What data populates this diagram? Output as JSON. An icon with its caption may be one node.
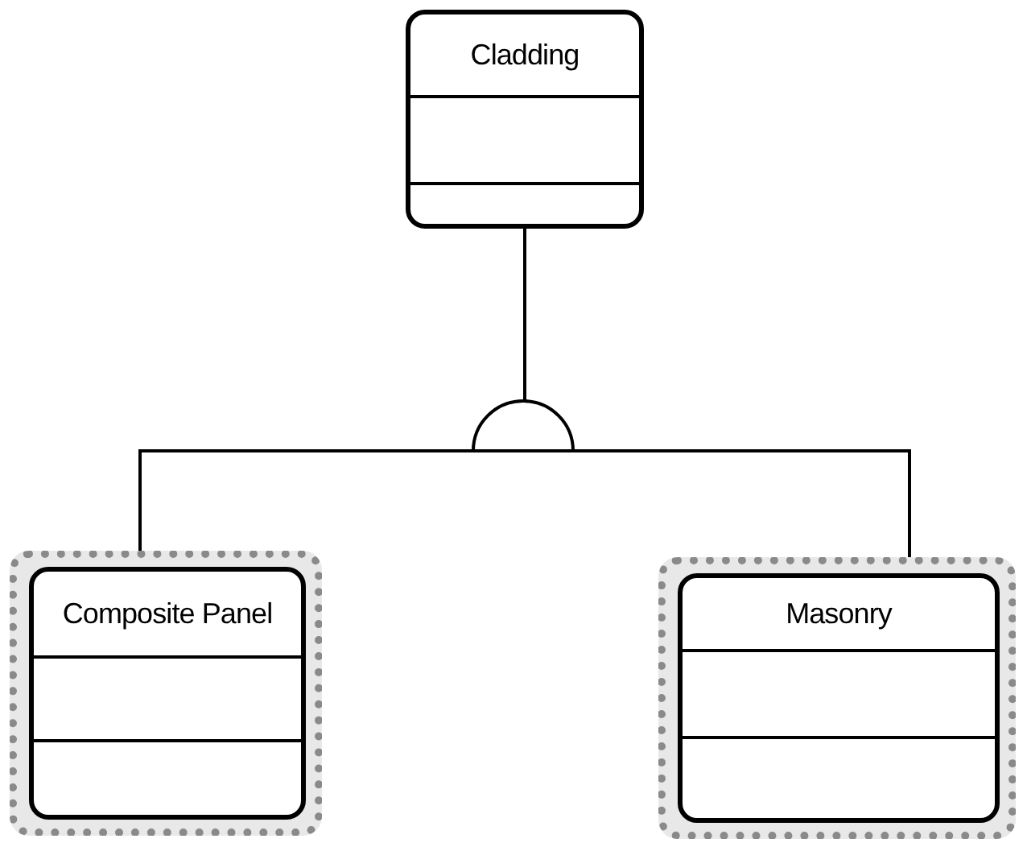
{
  "diagram": {
    "nodes": [
      {
        "text": [
          "Cladding"
        ]
      },
      {
        "text": [
          "Composite Panel"
        ]
      },
      {
        "text": [
          "Masonry"
        ]
      }
    ],
    "edges": [
      {
        "from": 1,
        "to": 0,
        "arrow": "none"
      },
      {
        "from": 2,
        "to": 0,
        "arrow": "none"
      }
    ]
  }
}
